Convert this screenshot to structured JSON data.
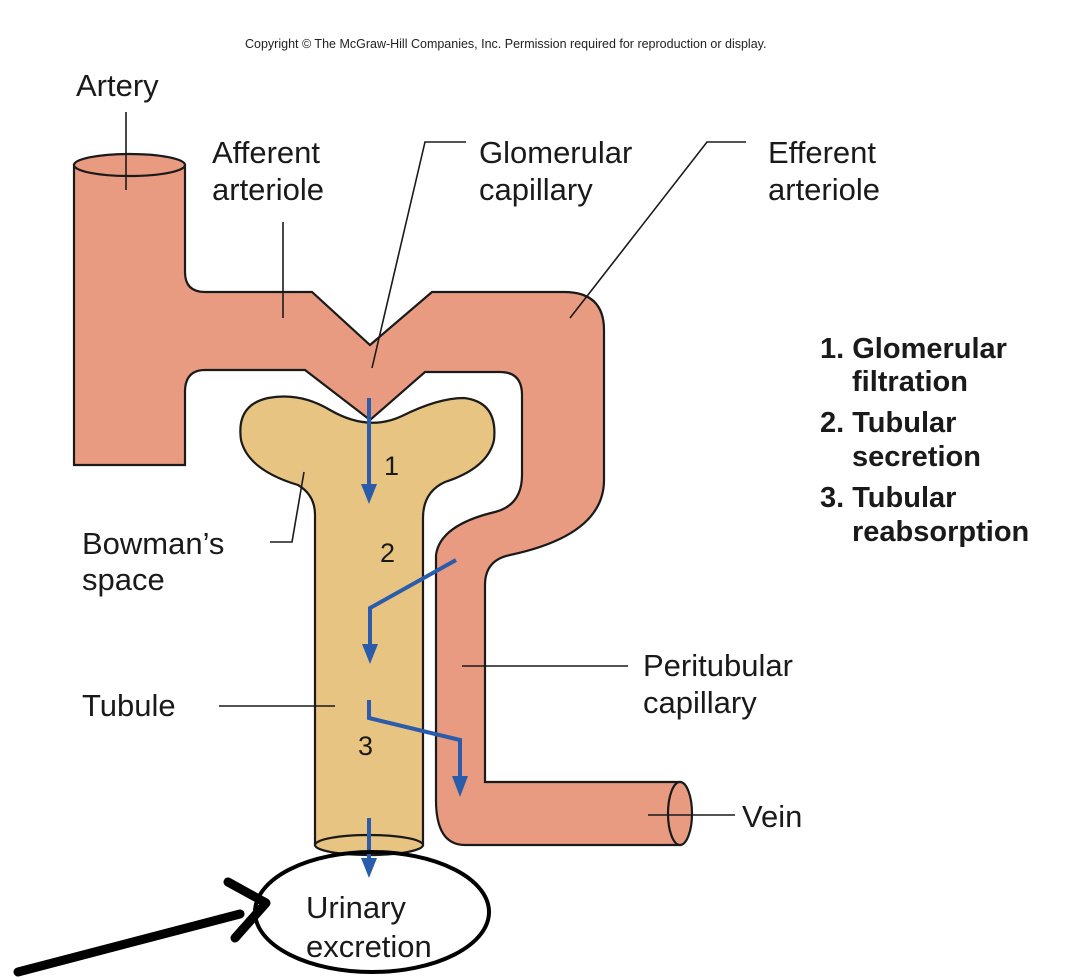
{
  "copyright": "Copyright © The McGraw-Hill Companies, Inc. Permission required for reproduction or display.",
  "labels": {
    "artery": "Artery",
    "afferent_1": "Afferent",
    "afferent_2": "arteriole",
    "glomerular_1": "Glomerular",
    "glomerular_2": "capillary",
    "efferent_1": "Efferent",
    "efferent_2": "arteriole",
    "bowmans_1": "Bowman’s",
    "bowmans_2": "space",
    "tubule": "Tubule",
    "peritubular_1": "Peritubular",
    "peritubular_2": "capillary",
    "vein": "Vein",
    "urinary_1": "Urinary",
    "urinary_2": "excretion"
  },
  "step_numbers": [
    "1",
    "2",
    "3"
  ],
  "legend": [
    {
      "line1": "1. Glomerular",
      "line2": "filtration"
    },
    {
      "line1": "2. Tubular",
      "line2": "secretion"
    },
    {
      "line1": "3. Tubular",
      "line2": "reabsorption"
    }
  ],
  "colors": {
    "vessel": "#e89b80",
    "tubule": "#e8c482",
    "flow_arrow": "#2a5cab",
    "outline": "#1a1a1a"
  }
}
